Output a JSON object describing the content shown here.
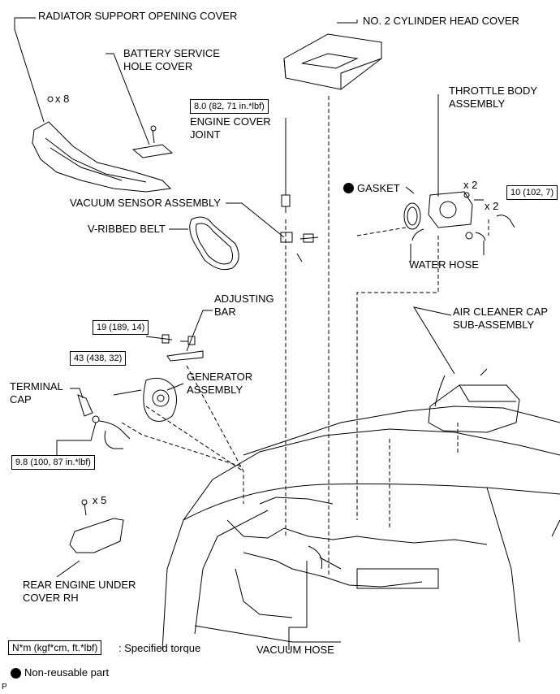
{
  "labels": {
    "radiator_support_opening_cover": "RADIATOR SUPPORT OPENING COVER",
    "x8": "x 8",
    "battery_service_line1": "BATTERY SERVICE",
    "battery_service_line2": "HOLE COVER",
    "no2_cylinder_head_cover": "NO. 2 CYLINDER HEAD COVER",
    "throttle_body_line1": "THROTTLE BODY",
    "throttle_body_line2": "ASSEMBLY",
    "engine_cover_joint_line1": "ENGINE COVER",
    "engine_cover_joint_line2": "JOINT",
    "gasket": "GASKET",
    "x2_top": "x 2",
    "x2_bottom": "x 2",
    "vacuum_sensor_assembly": "VACUUM SENSOR ASSEMBLY",
    "v_ribbed_belt": "V-RIBBED BELT",
    "water_hose": "WATER HOSE",
    "adjusting_bar_line1": "ADJUSTING",
    "adjusting_bar_line2": "BAR",
    "air_cleaner_line1": "AIR CLEANER CAP",
    "air_cleaner_line2": "SUB-ASSEMBLY",
    "generator_line1": "GENERATOR",
    "generator_line2": "ASSEMBLY",
    "terminal_cap_line1": "TERMINAL",
    "terminal_cap_line2": "CAP",
    "x5": "x 5",
    "rear_engine_line1": "REAR ENGINE UNDER",
    "rear_engine_line2": "COVER RH",
    "vacuum_hose": "VACUUM HOSE",
    "legend_torque_text": ": Specified torque",
    "legend_nonreusable": "Non-reusable part",
    "corner_letter": "P"
  },
  "torque_specs": {
    "engine_cover_joint": "8.0 (82, 71 in.*lbf)",
    "throttle_body": "10 (102, 7)",
    "adjusting_bar": "19 (189, 14)",
    "generator": "43 (438, 32)",
    "terminal": "9.8 (100, 87 in.*lbf)",
    "legend_unit": "N*m (kgf*cm, ft.*lbf)"
  }
}
